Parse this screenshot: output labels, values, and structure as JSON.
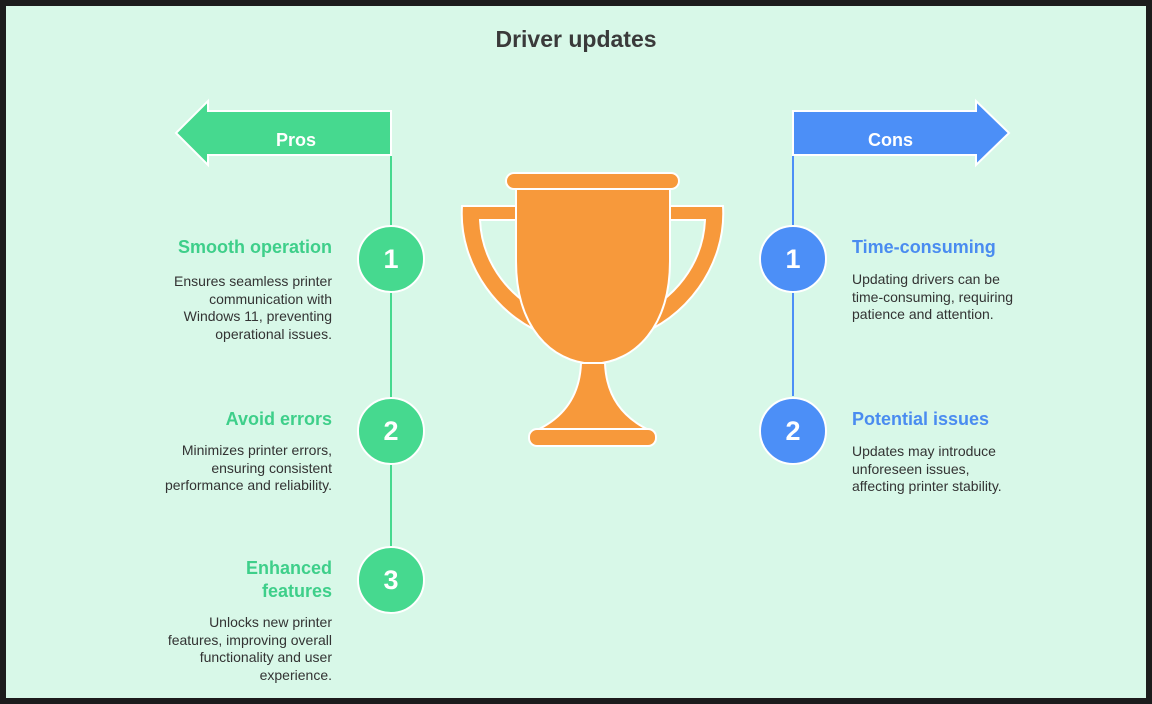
{
  "title": "Driver updates",
  "colors": {
    "pros": "#46d98f",
    "cons": "#4c8ff7",
    "trophy": "#f7993b",
    "background": "#d8f8e8"
  },
  "center_icon": "trophy-icon",
  "pros": {
    "label": "Pros",
    "items": [
      {
        "number": "1",
        "heading": "Smooth operation",
        "text": "Ensures seamless printer communication with Windows 11, preventing operational issues."
      },
      {
        "number": "2",
        "heading": "Avoid errors",
        "text": "Minimizes printer errors, ensuring consistent performance and reliability."
      },
      {
        "number": "3",
        "heading": "Enhanced features",
        "text": "Unlocks new printer features, improving overall functionality and user experience."
      }
    ]
  },
  "cons": {
    "label": "Cons",
    "items": [
      {
        "number": "1",
        "heading": "Time-consuming",
        "text": "Updating drivers can be time-consuming, requiring patience and attention."
      },
      {
        "number": "2",
        "heading": "Potential issues",
        "text": "Updates may introduce unforeseen issues, affecting printer stability."
      }
    ]
  }
}
